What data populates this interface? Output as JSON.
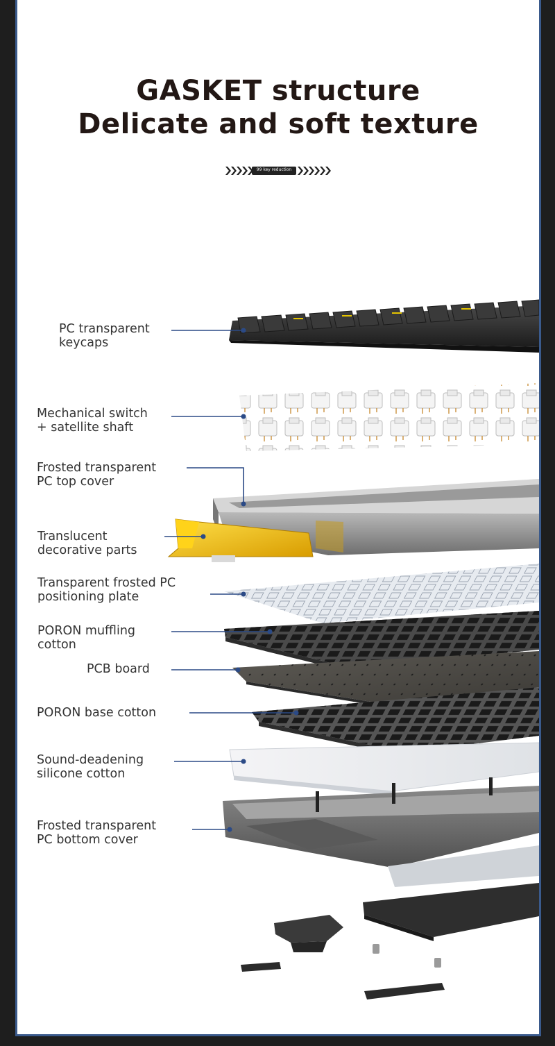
{
  "title": {
    "line1": "GASKET structure",
    "line2": "Delicate and soft texture"
  },
  "badge": {
    "label": "99 key reduction"
  },
  "layers": [
    {
      "id": "keycaps",
      "label": "PC transparent\nkeycaps"
    },
    {
      "id": "switch",
      "label": "Mechanical switch\n+ satellite shaft"
    },
    {
      "id": "topcover",
      "label": "Frosted transparent\nPC top cover"
    },
    {
      "id": "deco",
      "label": "Translucent\ndecorative parts"
    },
    {
      "id": "plate",
      "label": "Transparent frosted PC\npositioning plate"
    },
    {
      "id": "poron",
      "label": "PORON muffling\ncotton"
    },
    {
      "id": "pcb",
      "label": "PCB board"
    },
    {
      "id": "base",
      "label": "PORON base cotton"
    },
    {
      "id": "silicone",
      "label": "Sound-deadening\nsilicone cotton"
    },
    {
      "id": "bottom",
      "label": "Frosted transparent\nPC bottom cover"
    }
  ],
  "colors": {
    "leader": "#2b4a86",
    "frame_border": "#3a5a8c",
    "accent_yellow": "#f2c300"
  }
}
